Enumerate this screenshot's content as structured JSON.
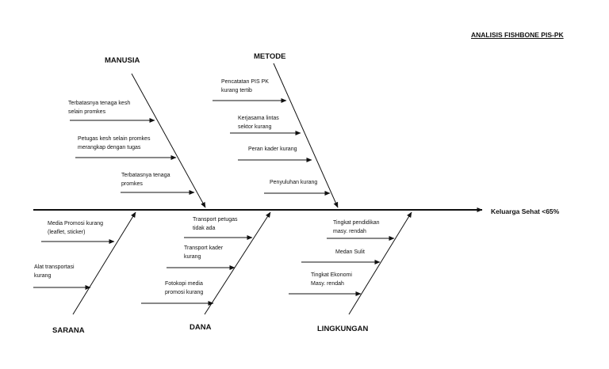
{
  "title": "ANALISIS FISHBONE PIS-PK",
  "effect": "Keluarga Sehat <65%",
  "categories": {
    "manusia": {
      "label": "MANUSIA",
      "causes": [
        [
          "Terbatasnya tenaga kesh",
          "selain promkes"
        ],
        [
          "Petugas kesh selain promkes",
          "merangkap dengan tugas"
        ],
        [
          "Terbatasnya tenaga",
          "promkes"
        ]
      ]
    },
    "metode": {
      "label": "METODE",
      "causes": [
        [
          "Pencatatan PIS PK",
          "kurang tertib"
        ],
        [
          "Kerjasama lintas",
          "sektor kurang"
        ],
        [
          "Peran kader kurang"
        ],
        [
          "Penyuluhan kurang"
        ]
      ]
    },
    "sarana": {
      "label": "SARANA",
      "causes": [
        [
          "Media Promosi kurang",
          "(leaflet, sticker)"
        ],
        [
          "Alat transportasi",
          "kurang"
        ]
      ]
    },
    "dana": {
      "label": "DANA",
      "causes": [
        [
          "Transport petugas",
          "tidak ada"
        ],
        [
          "Transport kader",
          "kurang"
        ],
        [
          "Fotokopi media",
          "promosi kurang"
        ]
      ]
    },
    "lingkungan": {
      "label": "LINGKUNGAN",
      "causes": [
        [
          "Tingkat pendidikan",
          "masy. rendah"
        ],
        [
          "Medan Sulit"
        ],
        [
          "Tingkat Ekonomi",
          "Masy. rendah"
        ]
      ]
    }
  }
}
